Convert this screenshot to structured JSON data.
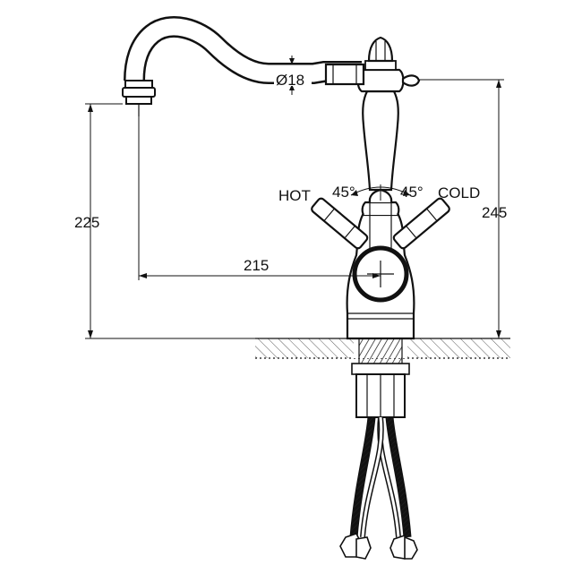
{
  "labels": {
    "hot": "HOT",
    "cold": "COLD",
    "angle_left": "45°",
    "angle_right": "45°",
    "pipe_diameter": "Ø18",
    "spout_height": "225",
    "total_height": "245",
    "spout_reach": "215"
  }
}
